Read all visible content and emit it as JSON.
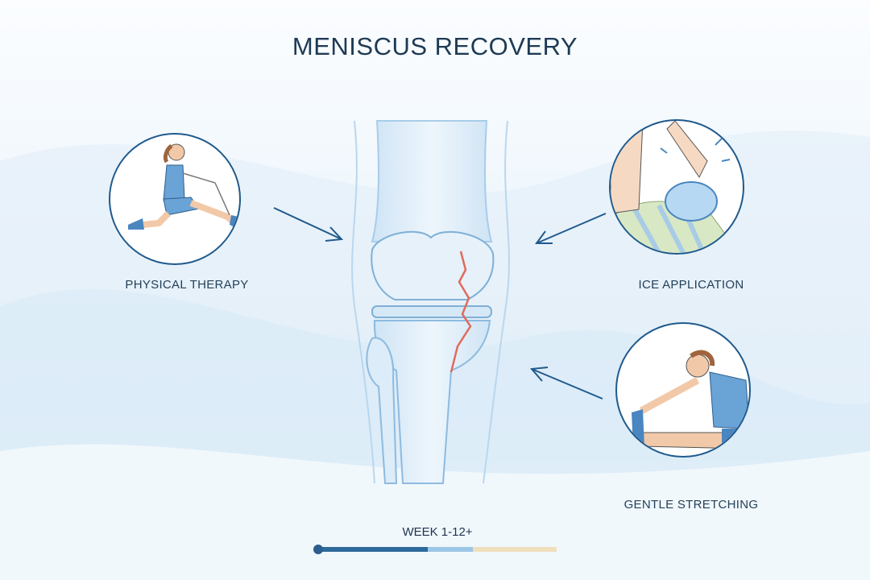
{
  "title": "MENISCUS RECOVERY",
  "items": [
    {
      "label": "PHYSICAL THERAPY",
      "icon": "physical-therapy-illustration"
    },
    {
      "label": "ICE APPLICATION",
      "icon": "ice-pack-illustration"
    },
    {
      "label": "GENTLE STRETCHING",
      "icon": "stretching-illustration"
    }
  ],
  "timeline": {
    "label": "WEEK 1-12+",
    "segments": [
      {
        "fraction": 0.46,
        "color": "#2f6a9c"
      },
      {
        "fraction": 0.19,
        "color": "#9cc6e6"
      },
      {
        "fraction": 0.35,
        "color": "#efdfbd"
      }
    ]
  },
  "colors": {
    "accent": "#1f5a8c",
    "tear": "#e06a5c"
  }
}
